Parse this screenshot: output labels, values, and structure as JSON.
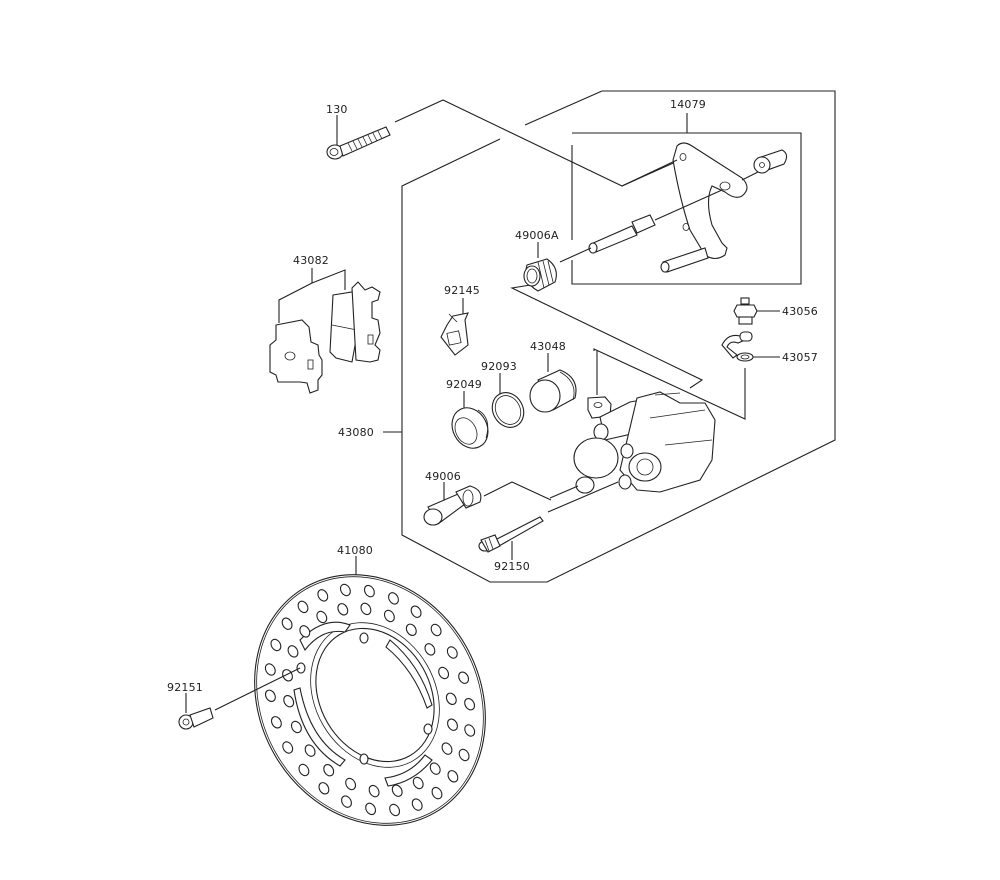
{
  "diagram": {
    "type": "exploded parts diagram",
    "subject": "rear brake caliper and disc",
    "colors": {
      "line": "#222222",
      "background": "#ffffff"
    },
    "parts": [
      {
        "id": "p130",
        "number": "130",
        "name": "flange bolt"
      },
      {
        "id": "p14079",
        "number": "14079",
        "name": "caliper bracket / holder"
      },
      {
        "id": "p43082",
        "number": "43082",
        "name": "brake pad set"
      },
      {
        "id": "p49006A",
        "number": "49006A",
        "name": "pin boot"
      },
      {
        "id": "p92145",
        "number": "92145",
        "name": "pad spring"
      },
      {
        "id": "p43056",
        "number": "43056",
        "name": "bleeder valve"
      },
      {
        "id": "p43057",
        "number": "43057",
        "name": "bleeder cap"
      },
      {
        "id": "p43048",
        "number": "43048",
        "name": "piston"
      },
      {
        "id": "p92093",
        "number": "92093",
        "name": "dust seal"
      },
      {
        "id": "p92049",
        "number": "92049",
        "name": "piston seal"
      },
      {
        "id": "p43080",
        "number": "43080",
        "name": "caliper assembly"
      },
      {
        "id": "p49006",
        "number": "49006",
        "name": "slide pin boot"
      },
      {
        "id": "p92150",
        "number": "92150",
        "name": "pad pin"
      },
      {
        "id": "p41080",
        "number": "41080",
        "name": "brake disc"
      },
      {
        "id": "p92151",
        "number": "92151",
        "name": "disc bolt"
      }
    ]
  }
}
